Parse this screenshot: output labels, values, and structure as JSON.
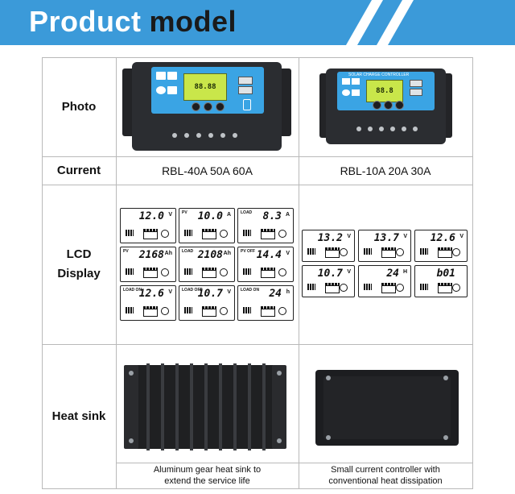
{
  "banner": {
    "title_word1": "Product",
    "title_word2": "model",
    "color": "#3b9ad9"
  },
  "rows": {
    "photo_label": "Photo",
    "current_label": "Current",
    "lcd_label_line1": "LCD",
    "lcd_label_line2": "Display",
    "heatsink_label": "Heat sink"
  },
  "models": {
    "left_current": "RBL-40A 50A 60A",
    "right_current": "RBL-10A 20A 30A"
  },
  "left_photo": {
    "lcd_value": "88.88",
    "icons": [
      "device-icon",
      "sun-icon",
      "clock-icon",
      "lock-icon",
      "phone-icon"
    ]
  },
  "right_photo": {
    "title": "SOLAR CHARGE CONTROLLER",
    "lcd_value": "88.8"
  },
  "left_lcd": [
    {
      "tag": "",
      "value": "12.0",
      "unit": "V"
    },
    {
      "tag": "PV",
      "value": "10.0",
      "unit": "A"
    },
    {
      "tag": "LOAD",
      "value": "8.3",
      "unit": "A"
    },
    {
      "tag": "PV",
      "value": "2168",
      "unit": "Ah"
    },
    {
      "tag": "LOAD",
      "value": "2108",
      "unit": "Ah"
    },
    {
      "tag": "PV OFF",
      "value": "14.4",
      "unit": "V"
    },
    {
      "tag": "LOAD ON",
      "value": "12.6",
      "unit": "V"
    },
    {
      "tag": "LOAD OFF",
      "value": "10.7",
      "unit": "V"
    },
    {
      "tag": "LOAD ON",
      "value": "24",
      "unit": "h"
    }
  ],
  "right_lcd": [
    {
      "value": "13.2",
      "unit": "V"
    },
    {
      "value": "13.7",
      "unit": "V"
    },
    {
      "value": "12.6",
      "unit": "V"
    },
    {
      "value": "10.7",
      "unit": "V"
    },
    {
      "value": "24",
      "unit": "H"
    },
    {
      "value": "b01",
      "unit": ""
    }
  ],
  "captions": {
    "left_line1": "Aluminum gear heat sink to",
    "left_line2": "extend the service life",
    "right_line1": "Small current controller with",
    "right_line2": "conventional heat dissipation"
  }
}
